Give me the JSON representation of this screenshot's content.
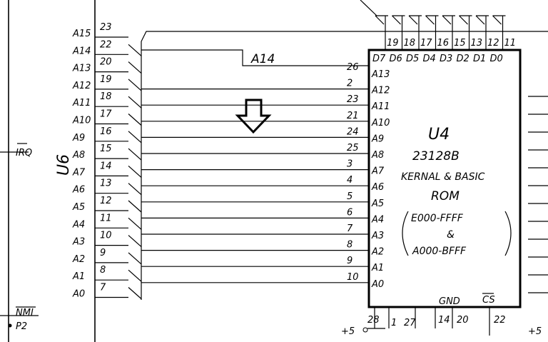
{
  "u6_label": "U6",
  "u4": {
    "ref": "U4",
    "part": "23128B",
    "desc": "KERNAL & BASIC",
    "type": "ROM",
    "range1": "E000-FFFF",
    "amp": "&",
    "range2": "A000-BFFF",
    "gnd": "GND",
    "cs": "CS",
    "power": "+5"
  },
  "u6_pins": [
    {
      "name": "A15",
      "num": "23"
    },
    {
      "name": "A14",
      "num": "22"
    },
    {
      "name": "A13",
      "num": "20"
    },
    {
      "name": "A12",
      "num": "19"
    },
    {
      "name": "A11",
      "num": "18"
    },
    {
      "name": "A10",
      "num": "17"
    },
    {
      "name": "A9",
      "num": "16"
    },
    {
      "name": "A8",
      "num": "15"
    },
    {
      "name": "A7",
      "num": "14"
    },
    {
      "name": "A6",
      "num": "13"
    },
    {
      "name": "A5",
      "num": "12"
    },
    {
      "name": "A4",
      "num": "11"
    },
    {
      "name": "A3",
      "num": "10"
    },
    {
      "name": "A2",
      "num": "9"
    },
    {
      "name": "A1",
      "num": "8"
    },
    {
      "name": "A0",
      "num": "7"
    }
  ],
  "rom_addr_pins": [
    {
      "name": "A13",
      "num": "26"
    },
    {
      "name": "A12",
      "num": "2"
    },
    {
      "name": "A11",
      "num": "23"
    },
    {
      "name": "A10",
      "num": "21"
    },
    {
      "name": "A9",
      "num": "24"
    },
    {
      "name": "A8",
      "num": "25"
    },
    {
      "name": "A7",
      "num": "3"
    },
    {
      "name": "A6",
      "num": "4"
    },
    {
      "name": "A5",
      "num": "5"
    },
    {
      "name": "A4",
      "num": "6"
    },
    {
      "name": "A3",
      "num": "7"
    },
    {
      "name": "A2",
      "num": "8"
    },
    {
      "name": "A1",
      "num": "9"
    },
    {
      "name": "A0",
      "num": "10"
    }
  ],
  "rom_data_pins": [
    {
      "name": "D7",
      "num": "19"
    },
    {
      "name": "D6",
      "num": "18"
    },
    {
      "name": "D5",
      "num": "17"
    },
    {
      "name": "D4",
      "num": "16"
    },
    {
      "name": "D3",
      "num": "15"
    },
    {
      "name": "D2",
      "num": "13"
    },
    {
      "name": "D1",
      "num": "12"
    },
    {
      "name": "D0",
      "num": "11"
    }
  ],
  "a14_net": "A14",
  "left_signals": {
    "irq": "IRQ",
    "nmi": "NMI",
    "p2": "P2"
  },
  "bottom_pins": {
    "vcc": "28",
    "p27": "27",
    "p1": "1",
    "p14": "14",
    "p20": "20",
    "p22": "22"
  }
}
